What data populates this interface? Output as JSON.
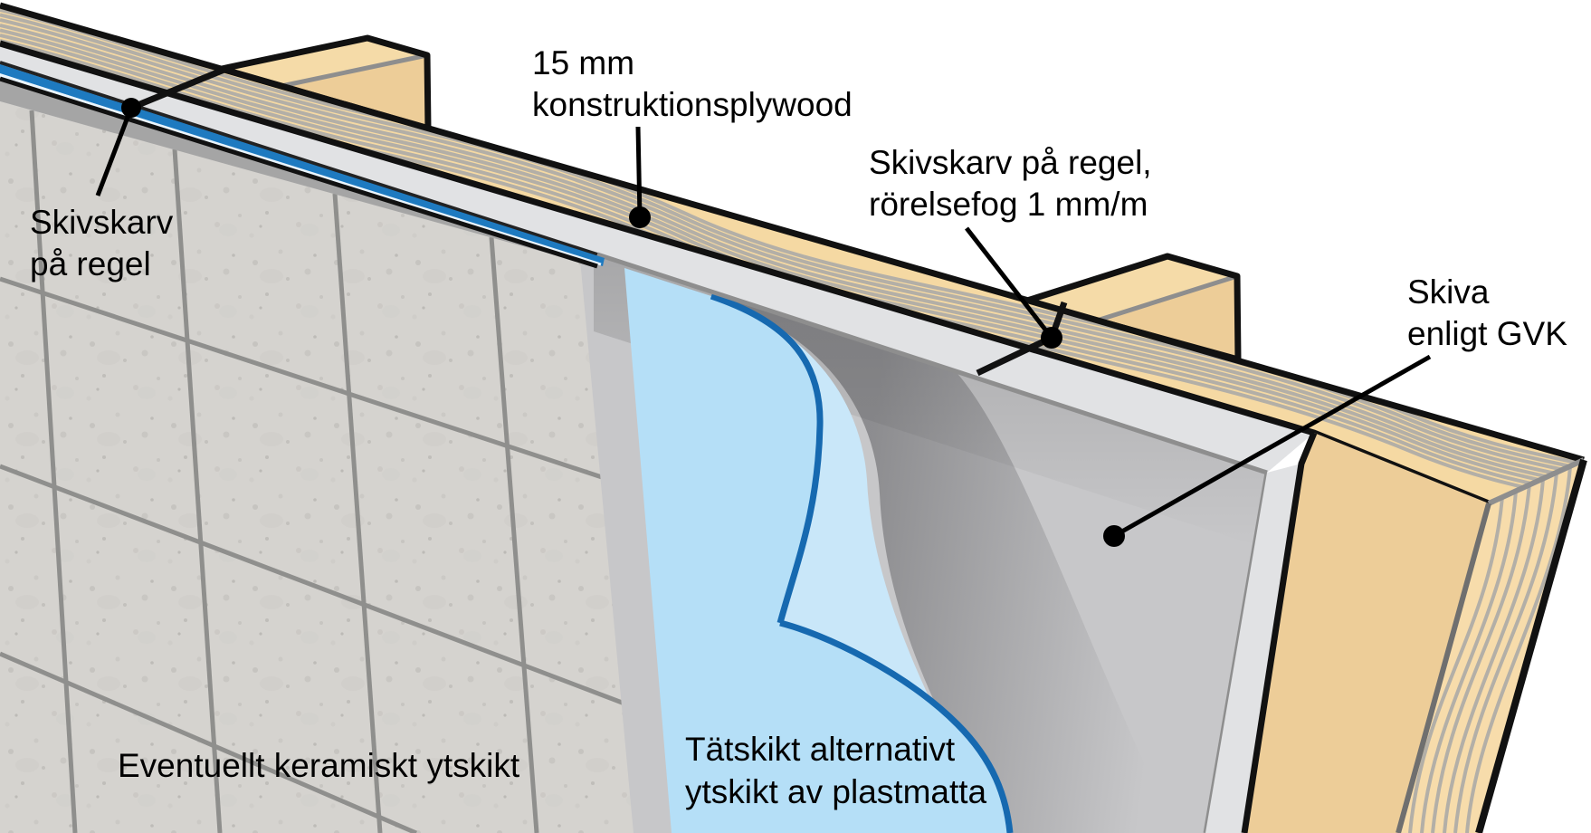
{
  "annotations": {
    "board_joint_left": {
      "line1": "Skivskarv",
      "line2": "på regel"
    },
    "plywood": {
      "line1": "15 mm",
      "line2": "konstruktionsplywood"
    },
    "board_joint_movement": {
      "line1": "Skivskarv på regel,",
      "line2": "rörelsefog 1 mm/m"
    },
    "gvk_board": {
      "line1": "Skiva",
      "line2": "enligt GVK"
    },
    "ceramic": {
      "text": "Eventuellt keramiskt ytskikt"
    },
    "waterproofing": {
      "line1": "Tätskikt alternativt",
      "line2": "ytskikt av plastmatta"
    }
  },
  "colors": {
    "plywood": "#f5d9a3",
    "plywood_end": "#f7dcab",
    "stud_top": "#f5dba8",
    "stud_side": "#edcd98",
    "grain": "#b3afa7",
    "board_face": "#c7c7c9",
    "board_edge": "#e1e2e4",
    "tile_face": "#d5d3cf",
    "tile_edge": "#a5a5a5",
    "grout": "#8f8f8d",
    "membrane": "#b5dff7",
    "membrane_fold": "#c9e7f9",
    "membrane_line": "#1669b0",
    "label_text": "#000000"
  }
}
